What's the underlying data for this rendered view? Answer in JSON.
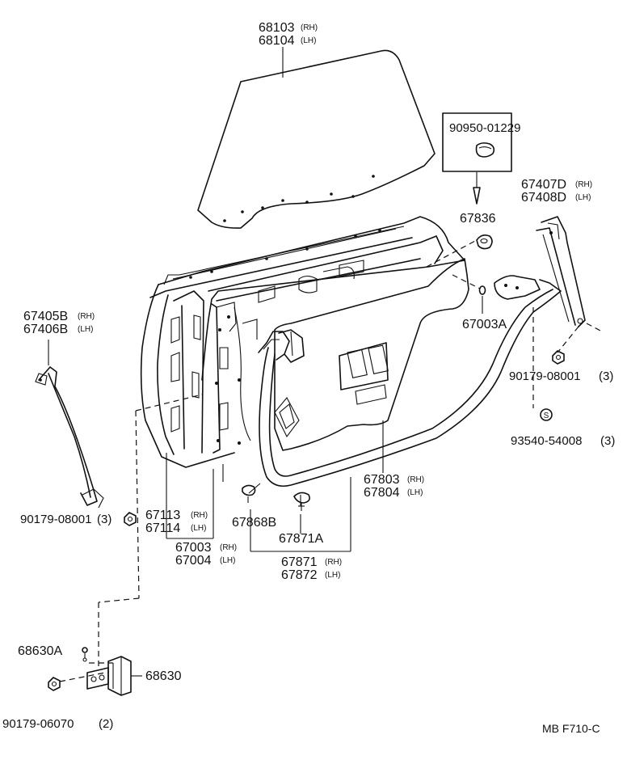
{
  "labels": {
    "glass_rh": "68103",
    "glass_lh": "68104",
    "clip_part": "90950-01229",
    "weatherstrip_rh": "67407D",
    "weatherstrip_lh": "67408D",
    "grommet": "67836",
    "hole_plug": "67003A",
    "front_channel_rh": "67405B",
    "front_channel_lh": "67406B",
    "screw_right": "90179-08001",
    "screw_right_qty": "(3)",
    "screw_left": "90179-08001",
    "screw_left_qty": "(3)",
    "screw_s": "93540-54008",
    "screw_s_qty": "(3)",
    "panel_rh": "67803",
    "panel_lh": "67804",
    "inner_panel_rh": "67113",
    "inner_panel_lh": "67114",
    "door_rh": "67003",
    "door_lh": "67004",
    "clip_b": "67868B",
    "clip_a": "67871A",
    "seal_rh": "67871",
    "seal_lh": "67872",
    "plate_part": "68630A",
    "hinge": "68630",
    "hinge_nut": "90179-06070",
    "hinge_nut_qty": "(2)",
    "rh": "(RH)",
    "lh": "(LH)",
    "screw_symbol": "S",
    "footer": "MB  F710-C"
  }
}
